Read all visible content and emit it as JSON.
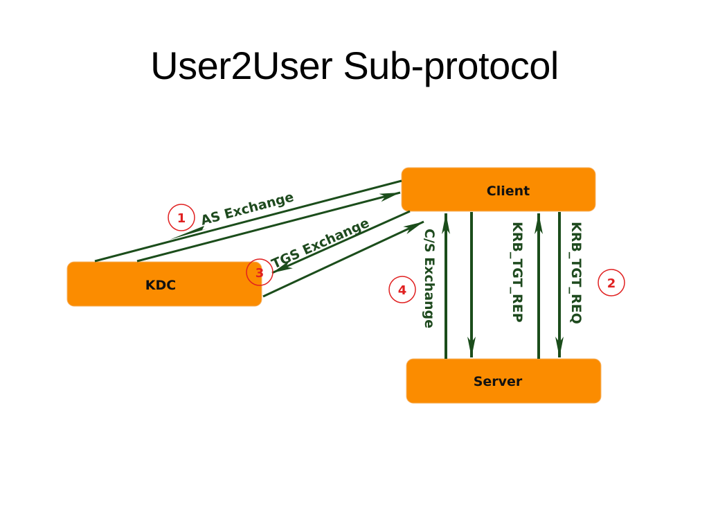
{
  "slide": {
    "title": "User2User Sub-protocol"
  },
  "diagram": {
    "nodes": {
      "kdc": "KDC",
      "client": "Client",
      "server": "Server"
    },
    "edges": {
      "as_exchange": "AS Exchange",
      "tgs_exchange": "TGS Exchange",
      "cs_exchange": "C/S Exchange",
      "krb_tgt_rep": "KRB_TGT_REP",
      "krb_tgt_req": "KRB_TGT_REQ"
    },
    "steps": {
      "as": "1",
      "krb": "2",
      "tgs": "3",
      "cs": "4"
    },
    "colors": {
      "box_fill": "#fb8c00",
      "arrow": "#1b4d1b",
      "step_marker": "#e02020"
    }
  }
}
